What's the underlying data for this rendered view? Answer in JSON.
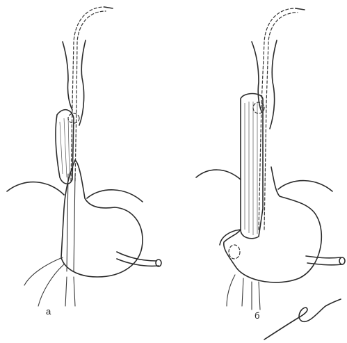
{
  "panels": [
    {
      "id": "a",
      "label": "а"
    },
    {
      "id": "b",
      "label": "б"
    }
  ],
  "colors": {
    "ink": "#2a2a2a",
    "background": "#ffffff"
  }
}
